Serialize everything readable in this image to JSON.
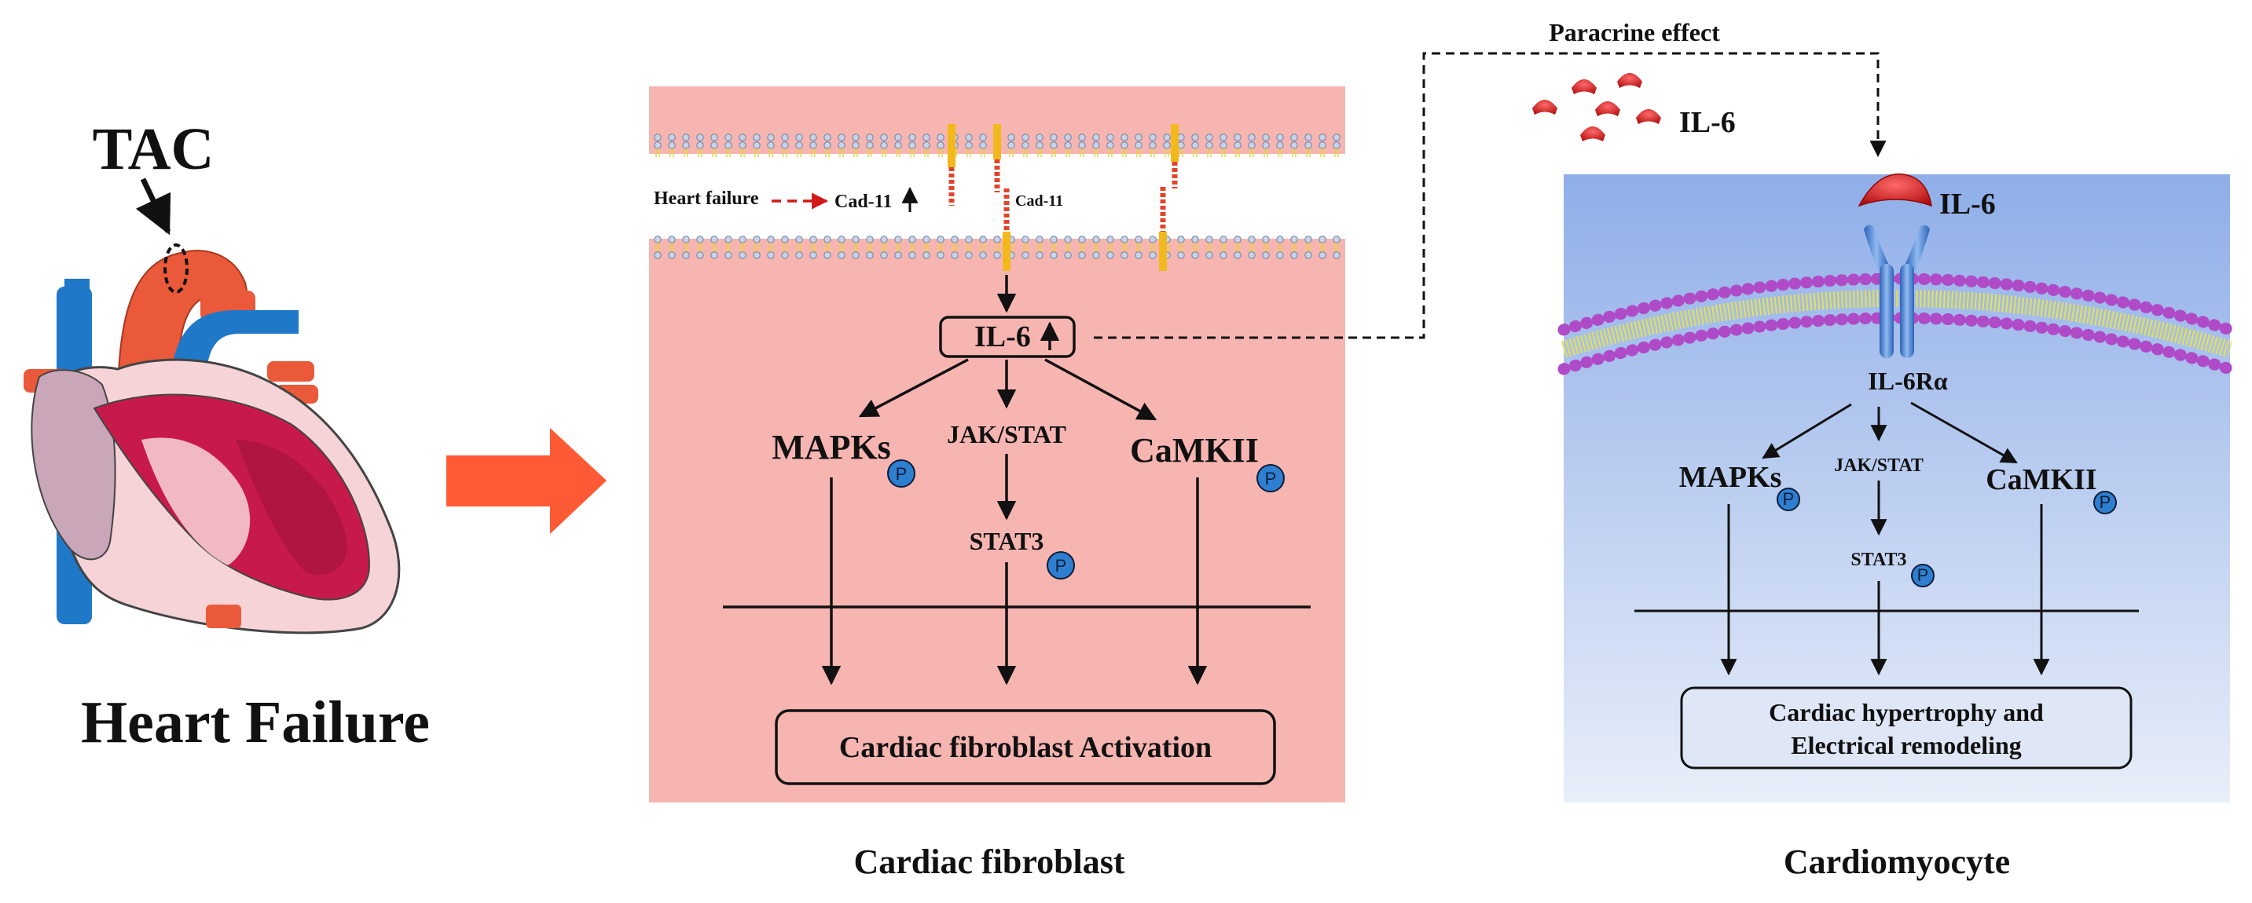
{
  "heart": {
    "tac_label": "TAC",
    "title": "Heart Failure"
  },
  "fibroblast": {
    "heart_failure_label": "Heart failure",
    "cad11_up_label": "Cad-11",
    "cad11_label": "Cad-11",
    "il6_label": "IL-6",
    "mapks": "MAPKs",
    "jakstat": "JAK/STAT",
    "camkii": "CaMKII",
    "stat3": "STAT3",
    "outcome": "Cardiac fibroblast Activation",
    "caption": "Cardiac fibroblast"
  },
  "paracrine": {
    "label": "Paracrine effect",
    "il6_label": "IL-6"
  },
  "cardiomyocyte": {
    "il6_label": "IL-6",
    "receptor_label": "IL-6Rα",
    "mapks": "MAPKs",
    "jakstat": "JAK/STAT",
    "camkii": "CaMKII",
    "stat3": "STAT3",
    "outcome_line1": "Cardiac hypertrophy and",
    "outcome_line2": "Electrical remodeling",
    "caption": "Cardiomyocyte"
  },
  "phospho_label": "P",
  "colors": {
    "fibroblast_bg": "#f7b5b1",
    "cardiomyocyte_top": "#8faee8",
    "cardiomyocyte_bottom": "#e6ecf8",
    "arrow_orange": "#ff5a36",
    "il6_red": "#d21818",
    "phospho_blue": "#2f7fd0",
    "receptor_blue": "#4a86d8",
    "lipid_purple": "#b04bc8",
    "cad11_orange": "#e0452c",
    "heart_red": "#ea5a3a",
    "heart_blue": "#1f78c8"
  }
}
